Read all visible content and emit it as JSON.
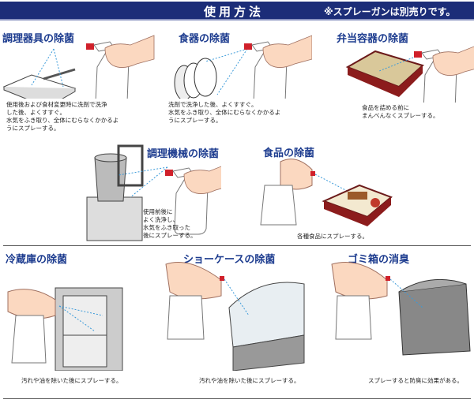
{
  "header": {
    "title": "使用方法",
    "note": "※スプレーガンは別売りです。"
  },
  "sections": [
    {
      "title": "調理器具の除菌",
      "lines": [
        "使用後および食材変更時に洗剤で洗浄",
        "した後、よくすすぐ。",
        "水気をふき取り、全体にむらなくかかるよ",
        "うにスプレーする。"
      ]
    },
    {
      "title": "食器の除菌",
      "lines": [
        "洗剤で洗浄した後、よくすすぐ。",
        "水気をふき取り、全体にむらなくかかるよ",
        "うにスプレーする。"
      ]
    },
    {
      "title": "弁当容器の除菌",
      "lines": [
        "食品を詰める前に",
        "まんべんなくスプレーする。"
      ]
    },
    {
      "title": "調理機械の除菌",
      "lines": [
        "使用前後に",
        "よく洗浄し、",
        "水気をふき取った",
        "後にスプレーする。"
      ]
    },
    {
      "title": "食品の除菌",
      "lines": [
        "各種食品にスプレーする。"
      ]
    },
    {
      "title": "冷蔵庫の除菌",
      "lines": [
        "汚れや油を除いた後にスプレーする。"
      ]
    },
    {
      "title": "ショーケースの除菌",
      "lines": [
        "汚れや油を除いた後にスプレーする。"
      ]
    },
    {
      "title": "ゴミ箱の消臭",
      "lines": [
        "スプレーすると防臭に効果がある。"
      ]
    }
  ],
  "colors": {
    "header": "#1c2d78",
    "title": "#1d3c8f",
    "skin": "#fbd8c0",
    "nozzle": "#d0202a",
    "spray": "#3a9ad9"
  }
}
